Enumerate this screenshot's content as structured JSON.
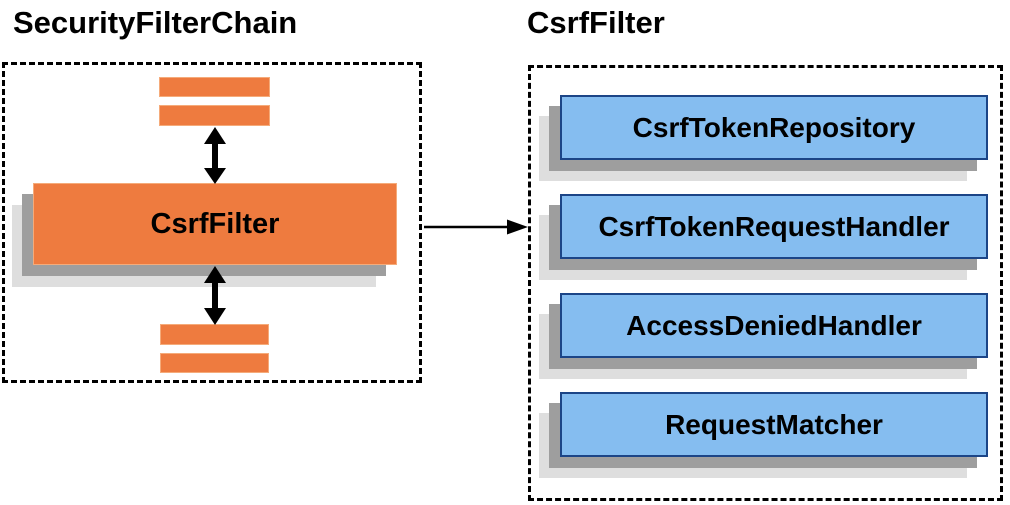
{
  "left_panel": {
    "title": "SecurityFilterChain",
    "filter_box_label": "CsrfFilter"
  },
  "right_panel": {
    "title": "CsrfFilter",
    "components": [
      "CsrfTokenRepository",
      "CsrfTokenRequestHandler",
      "AccessDeniedHandler",
      "RequestMatcher"
    ]
  },
  "colors": {
    "orange_fill": "#EE7B3F",
    "orange_edge": "#F5AB7A",
    "blue_fill": "#85BDF0",
    "blue_border": "#1C4587",
    "shadow_dark": "#9E9E9E",
    "shadow_light": "#DEDEDE",
    "line_black": "#000000"
  }
}
